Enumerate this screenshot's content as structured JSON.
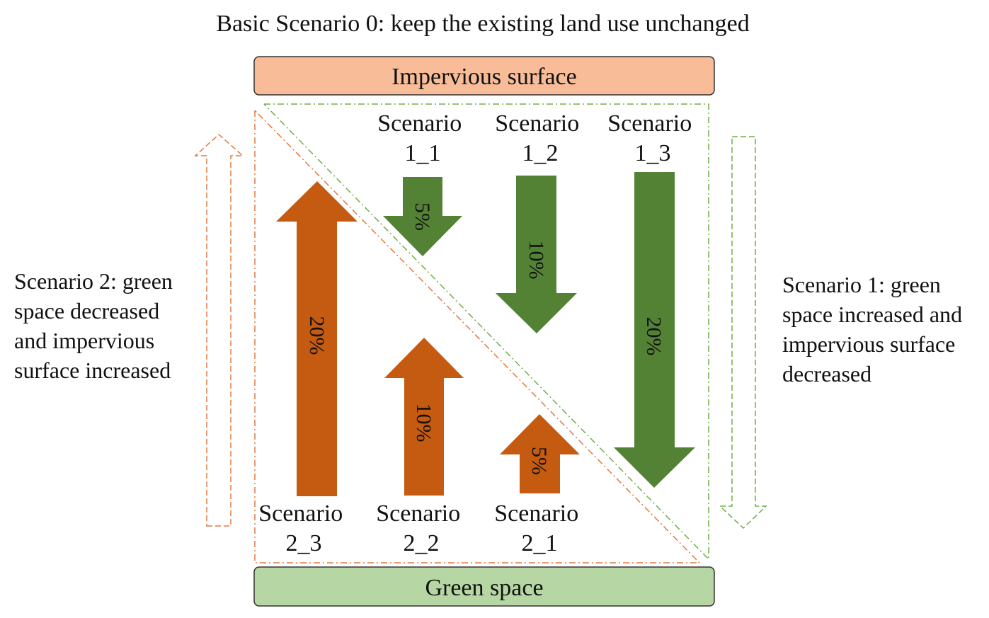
{
  "title": "Basic Scenario 0: keep the existing land use unchanged",
  "boxes": {
    "impervious": {
      "label": "Impervious surface",
      "fill": "#f8bc98",
      "stroke": "#333333"
    },
    "green": {
      "label": "Green space",
      "fill": "#b6d7a4",
      "stroke": "#333333"
    }
  },
  "colors": {
    "green_arrow": "#548235",
    "orange_arrow": "#c55a11",
    "green_dash": "#70ad47",
    "orange_dash": "#e07a3f"
  },
  "scenario1": {
    "side_lines": [
      "Scenario 1: green",
      "space increased and",
      "impervious surface",
      "decreased"
    ],
    "items": [
      {
        "line1": "Scenario",
        "line2": "1_1",
        "percent": "5%",
        "value": 5
      },
      {
        "line1": "Scenario",
        "line2": "1_2",
        "percent": "10%",
        "value": 10
      },
      {
        "line1": "Scenario",
        "line2": "1_3",
        "percent": "20%",
        "value": 20
      }
    ]
  },
  "scenario2": {
    "side_lines": [
      "Scenario 2: green",
      "space decreased",
      "and impervious",
      "surface increased"
    ],
    "items": [
      {
        "line1": "Scenario",
        "line2": "2_3",
        "percent": "20%",
        "value": 20
      },
      {
        "line1": "Scenario",
        "line2": "2_2",
        "percent": "10%",
        "value": 10
      },
      {
        "line1": "Scenario",
        "line2": "2_1",
        "percent": "5%",
        "value": 5
      }
    ]
  }
}
